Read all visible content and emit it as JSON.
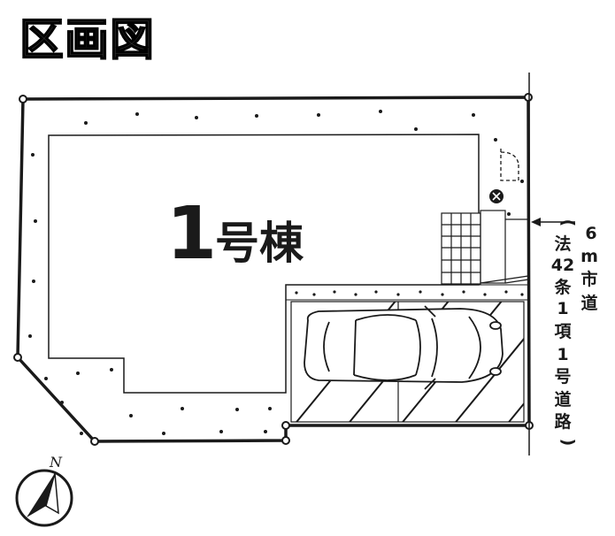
{
  "title": "区画図",
  "building_number": "1",
  "building_suffix": "号棟",
  "road_label_chars": [
    "6",
    "m",
    "市",
    "道"
  ],
  "road_note_chars": [
    "(",
    "法",
    "42",
    "条",
    "1",
    "項",
    "1",
    "号",
    "道",
    "路",
    ")"
  ],
  "compass_letter": "N",
  "icons": [
    "north-arrow-icon",
    "car-icon",
    "meter-icon",
    "door-swing-icon"
  ],
  "colors": {
    "ink": "#1a1a1a",
    "title_fill": "#333333",
    "paper": "#ffffff"
  }
}
